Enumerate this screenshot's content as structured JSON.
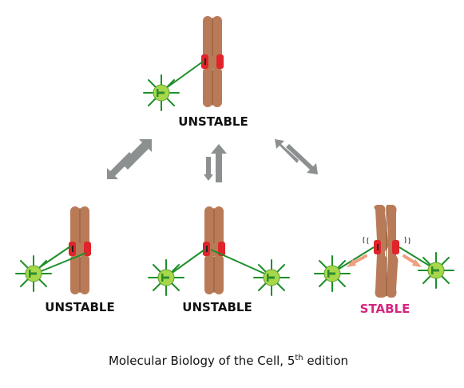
{
  "diagram": {
    "labels": {
      "top": "UNSTABLE",
      "bottom_left": "UNSTABLE",
      "bottom_middle": "UNSTABLE",
      "bottom_right": "STABLE"
    },
    "caption": {
      "text": "Molecular Biology of the Cell, 5",
      "superscript": "th",
      "suffix": " edition"
    },
    "colors": {
      "chromatid": "#b97b57",
      "chromatid_dark": "#8f5a3d",
      "kinetochore": "#e0242a",
      "microtubule": "#1c8f2a",
      "centrosome_fill": "#a6d84a",
      "centrosome_center": "#2e8b2e",
      "arrow": "#8c9090",
      "stable_text": "#d6257f",
      "unstable_text": "#111111",
      "tension_arrow": "#f0a080"
    }
  }
}
